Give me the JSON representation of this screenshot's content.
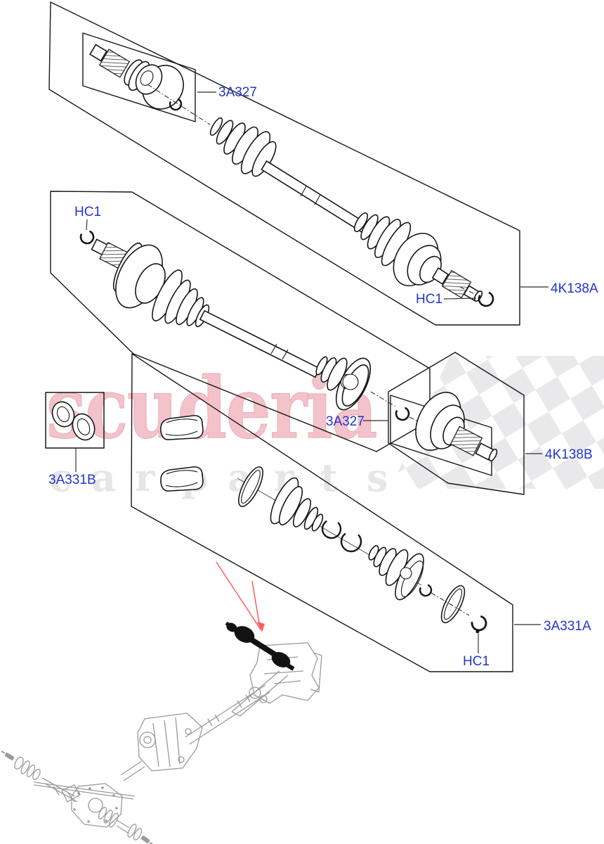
{
  "page": {
    "background": "#ffffff"
  },
  "watermark": {
    "brand": "scuderia",
    "sub": "carparts"
  },
  "labels": {
    "inner_joint_top": {
      "text": "3A327"
    },
    "snap_ring_shaft2_inner": {
      "text": "HC1"
    },
    "shaft_assembly_a": {
      "text": "4K138A"
    },
    "snap_ring_shaft1_outer": {
      "text": "HC1"
    },
    "inner_joint_mid": {
      "text": "3A327"
    },
    "shaft_assembly_b": {
      "text": "4K138B"
    },
    "seal_kit": {
      "text": "3A331B"
    },
    "boot_kit": {
      "text": "3A331A"
    },
    "snap_ring_boot_kit": {
      "text": "HC1"
    }
  },
  "colors": {
    "label_blue": "#2334d0",
    "watermark_pink": "#f3c2ca",
    "watermark_pink_edge": "#eba9b4",
    "watermark_gray": "#e8e5e5",
    "checker_gray": "#e9e9ec",
    "arrow_red": "#f95f5f",
    "axle_gray": "#9a9a9a",
    "line_black": "#161616"
  }
}
